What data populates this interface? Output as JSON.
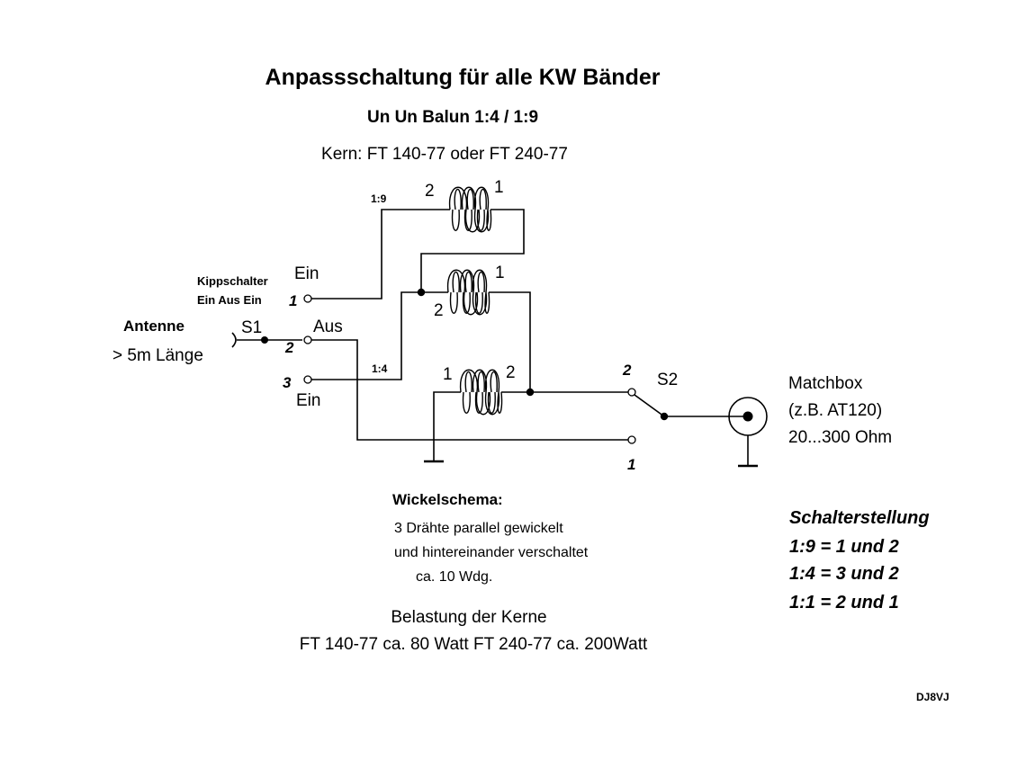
{
  "title": "Anpassschaltung für alle KW Bänder",
  "subtitle": "Un Un Balun  1:4 / 1:9",
  "core": "Kern:  FT 140-77 oder FT 240-77",
  "antenna": {
    "label": "Antenne",
    "length": "> 5m Länge"
  },
  "switch1": {
    "name": "S1",
    "type_line1": "Kippschalter",
    "type_line2": "Ein Aus Ein",
    "pos1_label": "Ein",
    "pos2_label": "Aus",
    "pos3_label": "Ein",
    "pos1_num": "1",
    "pos2_num": "2",
    "pos3_num": "3"
  },
  "switch2": {
    "name": "S2",
    "pos2_num": "2",
    "pos1_num": "1"
  },
  "ratio_19": "1:9",
  "ratio_14": "1:4",
  "coils": {
    "top": {
      "left_pin": "2",
      "right_pin": "1"
    },
    "middle": {
      "left_pin": "2",
      "right_pin": "1"
    },
    "bottom": {
      "left_pin": "1",
      "right_pin": "2"
    }
  },
  "matchbox": {
    "line1": "Matchbox",
    "line2": "(z.B. AT120)",
    "line3": "20...300 Ohm"
  },
  "winding": {
    "heading": "Wickelschema:",
    "line1": "3 Drähte parallel gewickelt",
    "line2": "und hintereinander verschaltet",
    "line3": "ca. 10 Wdg."
  },
  "load": {
    "line1": "Belastung der Kerne",
    "line2": "FT 140-77 ca. 80 Watt  FT 240-77 ca. 200Watt"
  },
  "settings": {
    "heading": "Schalterstellung",
    "rows": [
      "1:9 = 1 und 2",
      "1:4 = 3 und 2",
      "1:1 = 2 und 1"
    ]
  },
  "author": "DJ8VJ"
}
